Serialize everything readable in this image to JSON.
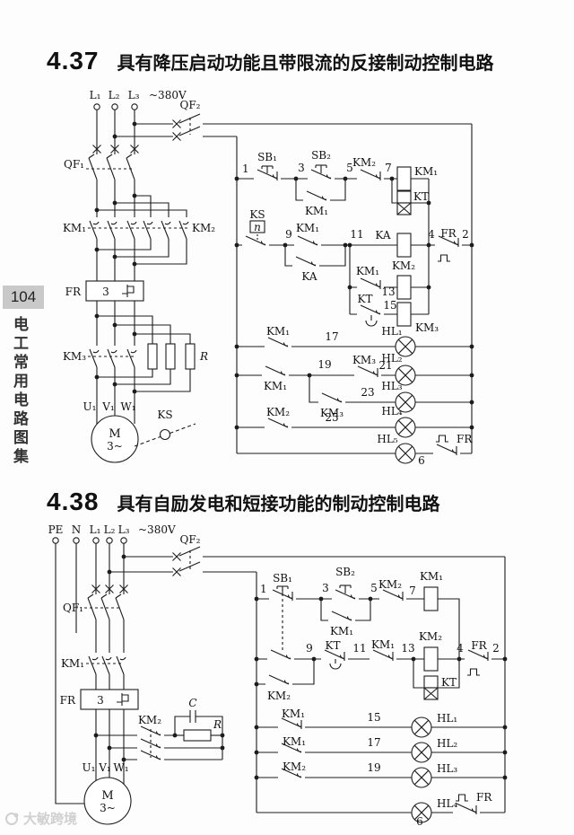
{
  "page": {
    "number": "104",
    "sidebar_title": "电工常用电路图集",
    "watermark": "大敏跨境"
  },
  "c437": {
    "number": "4.37",
    "title": "具有降压启动功能且带限流的反接制动控制电路"
  },
  "c438": {
    "number": "4.38",
    "title": "具有自励发电和短接功能的制动控制电路"
  },
  "labels": {
    "L1": "L₁",
    "L2": "L₂",
    "L3": "L₃",
    "PE": "PE",
    "N": "N",
    "volt": "~380V",
    "QF1": "QF₁",
    "QF2": "QF₂",
    "KM1": "KM₁",
    "KM2": "KM₂",
    "KM3": "KM₃",
    "FR": "FR",
    "KT": "KT",
    "KA": "KA",
    "KS": "KS",
    "n": "n",
    "SB1": "SB₁",
    "SB2": "SB₂",
    "HL1": "HL₁",
    "HL2": "HL₂",
    "HL3": "HL₃",
    "HL4": "HL₄",
    "HL5": "HL₅",
    "R": "R",
    "C": "C",
    "M": "M",
    "m3": "3~",
    "three": "3",
    "U1": "U₁",
    "V1": "V₁",
    "W1": "W₁",
    "n1": "1",
    "n2": "2",
    "n3": "3",
    "n4": "4",
    "n5": "5",
    "n6": "6",
    "n7": "7",
    "n9": "9",
    "n11": "11",
    "n13": "13",
    "n15": "15",
    "n17": "17",
    "n19": "19",
    "n21": "21",
    "n23": "23",
    "n25": "25"
  }
}
